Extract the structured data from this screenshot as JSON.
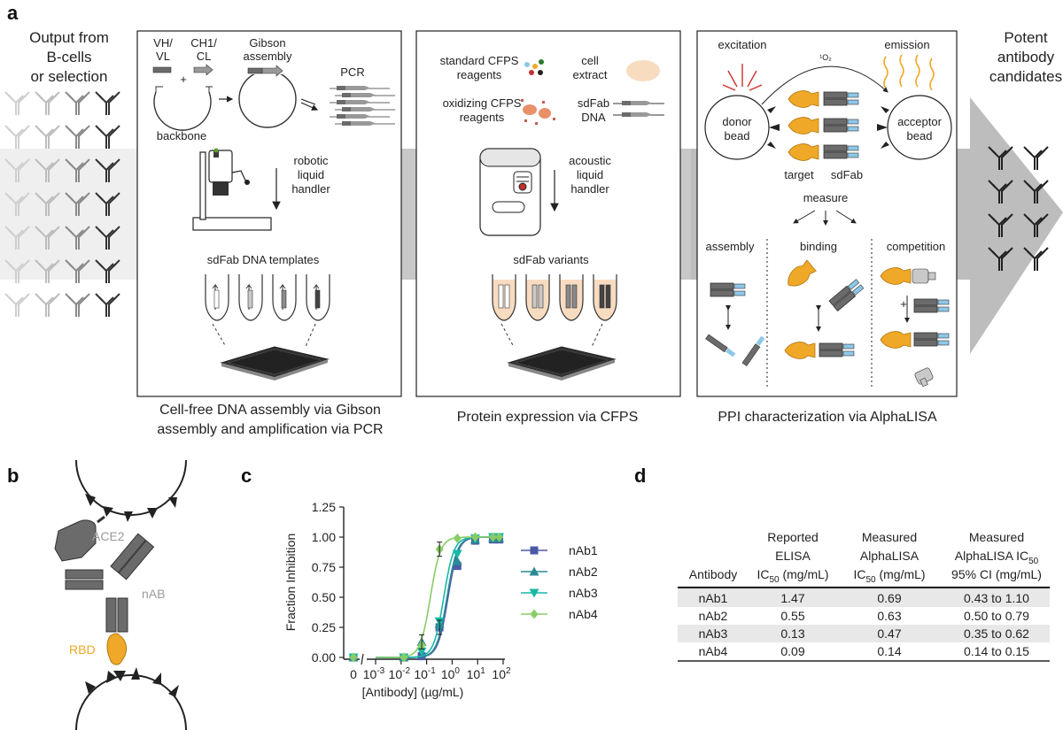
{
  "panel_letters": {
    "a": "a",
    "b": "b",
    "c": "c",
    "d": "d"
  },
  "input": {
    "line1": "Output from",
    "line2": "B-cells",
    "line3": "or selection"
  },
  "output": {
    "line1": "Potent",
    "line2": "antibody",
    "line3": "candidates"
  },
  "box1": {
    "vhvl_1": "VH/",
    "vhvl_2": "VL",
    "ch1cl_1": "CH1/",
    "ch1cl_2": "CL",
    "plus": "+",
    "gibson_1": "Gibson",
    "gibson_2": "assembly",
    "pcr": "PCR",
    "backbone": "backbone",
    "robot_1": "robotic",
    "robot_2": "liquid",
    "robot_3": "handler",
    "templates": "sdFab DNA templates",
    "caption_1": "Cell-free DNA assembly via Gibson",
    "caption_2": "assembly and amplification via PCR"
  },
  "box2": {
    "std_1": "standard CFPS",
    "std_2": "reagents",
    "cell_1": "cell",
    "cell_2": "extract",
    "ox_1": "oxidizing CFPS",
    "ox_2": "reagents",
    "sdfab_1": "sdFab",
    "sdfab_2": "DNA",
    "ac_1": "acoustic",
    "ac_2": "liquid",
    "ac_3": "handler",
    "variants": "sdFab variants",
    "caption": "Protein expression via CFPS"
  },
  "box3": {
    "excitation": "excitation",
    "emission": "emission",
    "singlet": "¹O₂",
    "donor_1": "donor",
    "donor_2": "bead",
    "acceptor_1": "acceptor",
    "acceptor_2": "bead",
    "target": "target",
    "sdfab": "sdFab",
    "measure": "measure",
    "assembly": "assembly",
    "binding": "binding",
    "competition": "competition",
    "plus": "+",
    "caption": "PPI characterization via AlphaLISA"
  },
  "panel_b": {
    "ace2": "ACE2",
    "nab": "nAB",
    "rbd": "RBD"
  },
  "colors": {
    "orange": "#f0a828",
    "blue": "#8ec8e8",
    "grey_dark": "#6b6b6b",
    "grey_light": "#c9c9c9",
    "series": [
      "#4a5aa8",
      "#2a8a96",
      "#18b8a8",
      "#88cc66"
    ]
  },
  "chart_data": {
    "type": "scatter",
    "xlabel": "[Antibody] (µg/mL)",
    "ylabel": "Fraction Inhibition",
    "xscale": "log",
    "xlim": [
      0.001,
      100
    ],
    "ylim": [
      0,
      1.25
    ],
    "yticks": [
      "0.00",
      "0.25",
      "0.50",
      "0.75",
      "1.00",
      "1.25"
    ],
    "zero_label": "0",
    "legend_position": "right",
    "series": [
      {
        "name": "nAb1",
        "marker": "square",
        "ic50": 0.69,
        "zero_value": 0.0,
        "x": [
          0.0128,
          0.064,
          0.32,
          1.6,
          8,
          40,
          70
        ],
        "y": [
          0.0,
          0.01,
          0.25,
          0.76,
          0.97,
          0.98,
          0.98
        ]
      },
      {
        "name": "nAb2",
        "marker": "triangle-up",
        "ic50": 0.63,
        "zero_value": 0.0,
        "x": [
          0.0128,
          0.064,
          0.32,
          1.6,
          8,
          40,
          70
        ],
        "y": [
          0.0,
          0.13,
          0.28,
          0.8,
          0.98,
          0.99,
          0.99
        ]
      },
      {
        "name": "nAb3",
        "marker": "triangle-down",
        "ic50": 0.47,
        "zero_value": 0.0,
        "x": [
          0.0128,
          0.064,
          0.32,
          1.6,
          8,
          40,
          70
        ],
        "y": [
          0.0,
          0.05,
          0.3,
          0.86,
          0.99,
          1.0,
          1.0
        ]
      },
      {
        "name": "nAb4",
        "marker": "diamond",
        "ic50": 0.14,
        "zero_value": 0.0,
        "x": [
          0.0128,
          0.064,
          0.32,
          1.6,
          8,
          40,
          70
        ],
        "y": [
          0.0,
          0.1,
          0.9,
          0.99,
          1.0,
          1.0,
          1.0
        ]
      }
    ]
  },
  "table": {
    "headers": [
      [
        "Antibody"
      ],
      [
        "Reported",
        "ELISA",
        "IC50 (mg/mL)"
      ],
      [
        "Measured",
        "AlphaLISA",
        "IC50 (mg/mL)"
      ],
      [
        "Measured",
        "AlphaLISA IC50",
        "95% CI (mg/mL)"
      ]
    ],
    "rows": [
      [
        "nAb1",
        "1.47",
        "0.69",
        "0.43 to 1.10"
      ],
      [
        "nAb2",
        "0.55",
        "0.63",
        "0.50 to 0.79"
      ],
      [
        "nAb3",
        "0.13",
        "0.47",
        "0.35 to 0.62"
      ],
      [
        "nAb4",
        "0.09",
        "0.14",
        "0.14 to 0.15"
      ]
    ]
  }
}
